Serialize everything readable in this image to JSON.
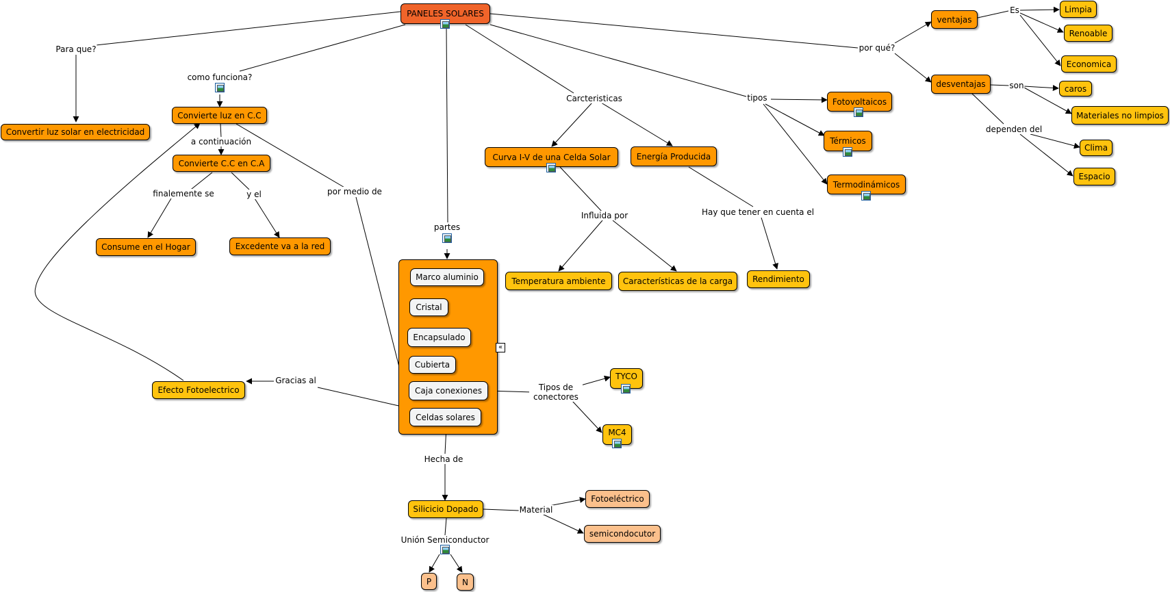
{
  "nodes": {
    "root": "PANELES SOLARES",
    "convertir": "Convertir luz solar en electricidad",
    "convierte_cc": "Convierte luz en C.C",
    "convierte_ca": "Convierte C.C en C.A",
    "consume": "Consume en el Hogar",
    "excedente": "Excedente va a la red",
    "efecto": "Efecto Fotoelectrico",
    "curva": "Curva I-V de una Celda Solar",
    "energia": "Energía Producida",
    "temperatura": "Temperatura ambiente",
    "carga": "Características de la carga",
    "rendimiento": "Rendimiento",
    "fotovoltaicos": "Fotovoltaicos",
    "termicos": "Térmicos",
    "termodinamicos": "Termodinámicos",
    "ventajas": "ventajas",
    "desventajas": "desventajas",
    "limpia": "Limpia",
    "renoable": "Renoable",
    "economica": "Economica",
    "caros": "caros",
    "materiales": "Materiales no limpios",
    "clima": "Clima",
    "espacio": "Espacio",
    "tyco": "TYCO",
    "mc4": "MC4",
    "silicio": "Silicicio Dopado",
    "fotoelectrico": "Fotoeléctrico",
    "semiconductor": "semicondocutor",
    "p": "P",
    "n": "N"
  },
  "parts": [
    "Marco aluminio",
    "Cristal",
    "Encapsulado",
    "Cubierta",
    "Caja conexiones",
    "Celdas solares"
  ],
  "labels": {
    "para_que": "Para que?",
    "como_funciona": "como funciona?",
    "a_continuacion": "a continuación",
    "finalmente": "finalemente se",
    "y_el": "y el",
    "por_medio": "por medio de",
    "partes": "partes",
    "carcteristicas": "Carcteristicas",
    "influida": "Influida por",
    "hay_que": "Hay que tener en cuenta el",
    "tipos": "tipos",
    "por_que": "por qué?",
    "es": "Es",
    "son": "son",
    "dependen": "dependen del",
    "gracias": "Gracias al",
    "tipos_conectores": "Tipos de conectores",
    "hecha_de": "Hecha de",
    "material": "Material",
    "union": "Unión Semiconductor"
  },
  "colors": {
    "root": "#f0642a",
    "concept": "#ff9800",
    "leaf": "#ffc30e",
    "light": "#fbc08c",
    "part": "#f3f4f4"
  },
  "icons": [
    "image-icon",
    "collapse-icon"
  ]
}
